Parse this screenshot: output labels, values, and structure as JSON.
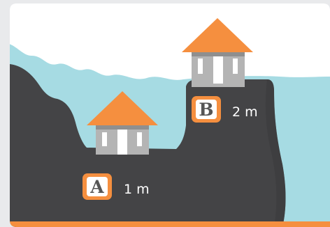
{
  "labels": {
    "a": {
      "letter": "A",
      "height": "1 m"
    },
    "b": {
      "letter": "B",
      "height": "2 m"
    }
  },
  "colors": {
    "background": "#e9eaec",
    "sky": "#ffffff",
    "water": "#a6dbe3",
    "cliff": "#444446",
    "roof": "#f58f3f",
    "house": "#b4b4b4",
    "window": "#ffffff",
    "badge": "#f58f3f",
    "bottom_stripe": "#f58f3f"
  }
}
